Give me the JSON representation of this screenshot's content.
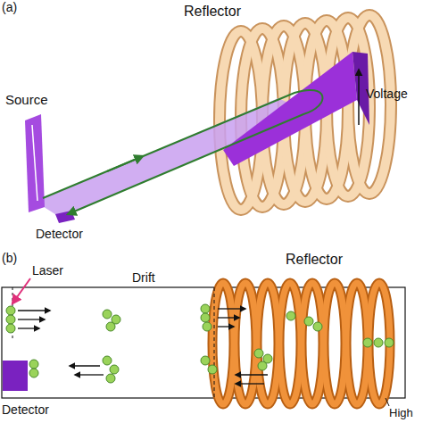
{
  "diagram": {
    "labels": [
      "(a)",
      "Reflector",
      "Voltage",
      "Source",
      "Detector",
      "(b)",
      "Laser",
      "Drift",
      "Reflector",
      "Detector",
      "High"
    ]
  }
}
